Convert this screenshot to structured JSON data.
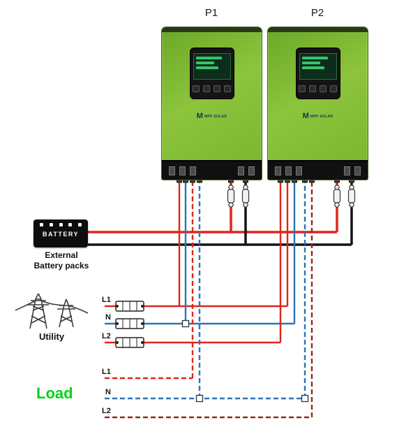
{
  "inverters": [
    {
      "label": "P1"
    },
    {
      "label": "P2"
    }
  ],
  "brand": {
    "mark": "M",
    "name": "MPP SOLAR"
  },
  "battery": {
    "label": "BATTERY",
    "caption": [
      "External",
      "Battery packs"
    ]
  },
  "utility": {
    "label": "Utility",
    "lines": [
      "L1",
      "N",
      "L2"
    ]
  },
  "load": {
    "label": "Load",
    "lines": [
      "L1",
      "N",
      "L2"
    ]
  },
  "colors": {
    "wire_red": "#e0251b",
    "wire_black": "#141414",
    "wire_blue": "#2e74b5",
    "wire_dark_red": "#8f2a1f",
    "load_label_green": "#00d415",
    "inverter_green": "#85c13a"
  },
  "icons": {
    "battery-icon": "black block with white cell caps",
    "utility-towers-icon": "transmission pylons line-art",
    "breaker-icon": "rectangular fuse/breaker block with hatch marks",
    "fuse-icon": "inline fuse holder with round ends",
    "junction-icon": "small white square connector"
  }
}
